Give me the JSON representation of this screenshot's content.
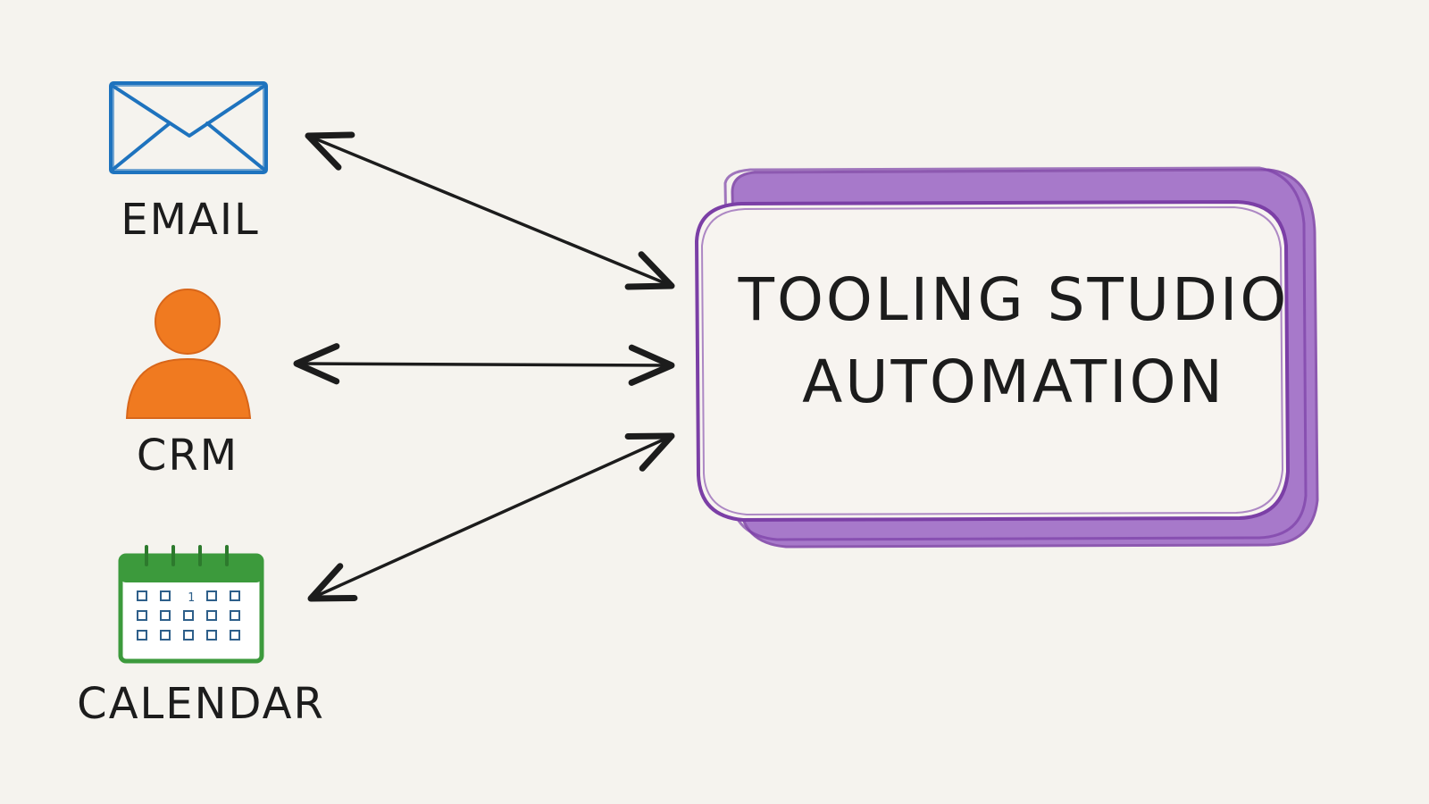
{
  "colors": {
    "background": "#f5f3ee",
    "email": "#1e73be",
    "crm": "#f07a20",
    "calendar": "#3c9a3c",
    "hub": "#7b3fa6",
    "ink": "#1c1c1c"
  },
  "nodes": {
    "email": {
      "label": "EMAIL",
      "icon": "envelope-icon"
    },
    "crm": {
      "label": "CRM",
      "icon": "person-icon"
    },
    "calendar": {
      "label": "CALENDAR",
      "icon": "calendar-icon",
      "day_number": "1"
    }
  },
  "hub": {
    "line1": "TOOLING STUDIO",
    "line2": "AUTOMATION"
  },
  "connections": [
    {
      "from": "email",
      "to": "hub",
      "direction": "both"
    },
    {
      "from": "crm",
      "to": "hub",
      "direction": "both"
    },
    {
      "from": "calendar",
      "to": "hub",
      "direction": "both"
    }
  ]
}
